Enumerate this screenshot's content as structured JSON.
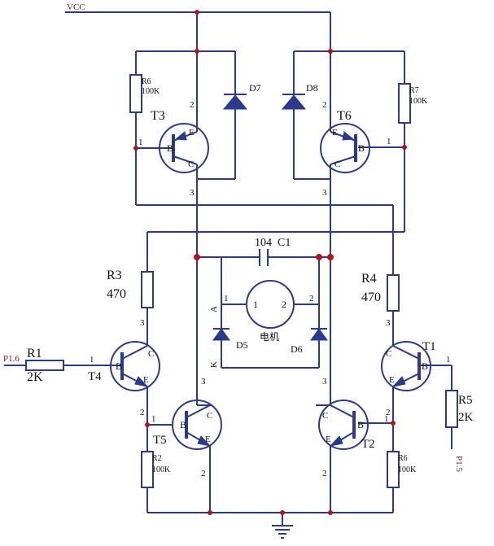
{
  "nets": {
    "vcc": "VCC",
    "p16": "P1.6",
    "p15": "P1.5"
  },
  "resistors": {
    "r1": {
      "name": "R1",
      "value": "2K"
    },
    "r2": {
      "name": "R2",
      "value": "100K"
    },
    "r3": {
      "name": "R3",
      "value": "470"
    },
    "r4": {
      "name": "R4",
      "value": "470"
    },
    "r5": {
      "name": "R5",
      "value": "2K"
    },
    "r6top": {
      "name": "R6",
      "value": "100K"
    },
    "r6bot": {
      "name": "R6",
      "value": "100K"
    },
    "r7": {
      "name": "R7",
      "value": "100K"
    }
  },
  "capacitor": {
    "value": "104",
    "name": "C1"
  },
  "transistors": {
    "t1": "T1",
    "t2": "T2",
    "t3": "T3",
    "t4": "T4",
    "t5": "T5",
    "t6": "T6"
  },
  "pins": {
    "b": "B",
    "c": "C",
    "e": "E",
    "one": "1",
    "two": "2",
    "three": "3",
    "a": "A",
    "k": "K"
  },
  "diodes": {
    "d5": "D5",
    "d6": "D6",
    "d7": "D7",
    "d8": "D8"
  },
  "motor": {
    "label": "电机"
  },
  "colors": {
    "wire": "#2b3a8c",
    "junction": "#b01616",
    "net": "#7a1a1a"
  }
}
